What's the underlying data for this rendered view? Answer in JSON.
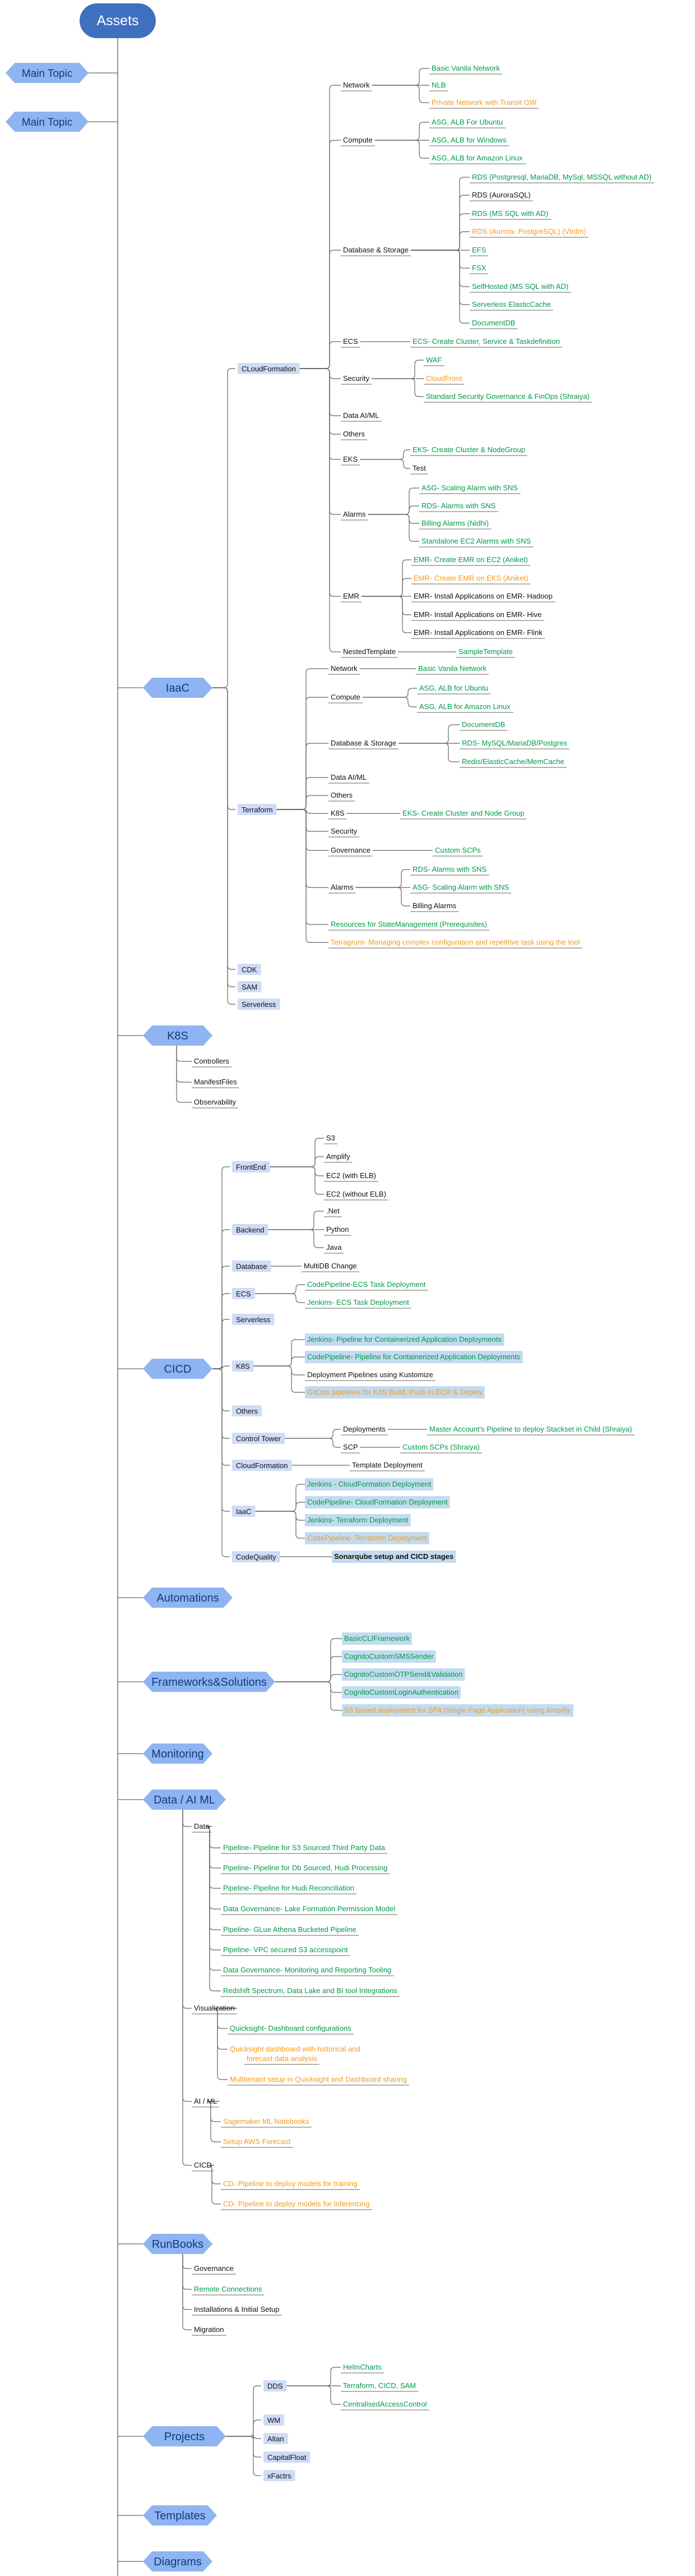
{
  "colors": {
    "green": "#009a49",
    "orange": "#f39a1b",
    "black": "#111111",
    "root_fill": "#3f6fbf",
    "l1_fill": "#8fb4f2",
    "l2_fill": "#cfdcf6",
    "hl_fill": "#c2dbf0",
    "line": "#666666"
  },
  "root": "Assets",
  "main_topic_1": "Main Topic",
  "main_topic_2": "Main Topic",
  "iac": {
    "label": "IaaC",
    "cloudformation": {
      "label": "CLoudFormation",
      "network": {
        "label": "Network",
        "items": [
          "Basic Vanila Network",
          "NLB",
          "Private Network with Transit GW"
        ]
      },
      "compute": {
        "label": "Compute",
        "items": [
          "ASG, ALB For Ubuntu",
          "ASG, ALB for Windows",
          "ASG, ALB for Amazon Linux"
        ]
      },
      "database": {
        "label": "Database & Storage",
        "items": [
          "RDS (Postgresql, MariaDB, MySql, MSSQL without AD)",
          "RDS (AuroraSQL)",
          "RDS (MS SQL with AD)",
          "RDS (Aurora- PostgreSQL) (Vlrdm)",
          "EFS",
          "FSX",
          "SelfHosted (MS SQL with AD)",
          "Serverless ElasticCache",
          "DocumentDB"
        ]
      },
      "ecs": {
        "label": "ECS",
        "items": [
          "ECS- Create Cluster, Service & Taskdefinition"
        ]
      },
      "security": {
        "label": "Security",
        "items": [
          "WAF",
          "CloudFront",
          "Standard Security Governance & FinOps (Shraiya)"
        ]
      },
      "data_ai_ml": "Data AI/ML",
      "others": "Others",
      "eks": {
        "label": "EKS",
        "items": [
          "EKS- Create Cluster & NodeGroup",
          "Test"
        ]
      },
      "alarms": {
        "label": "Alarms",
        "items": [
          "ASG- Scaling Alarm with SNS",
          "RDS- Alarms with SNS",
          "Billing Alarms (Nidhi)",
          "Standalone EC2 Alarms with SNS"
        ]
      },
      "emr": {
        "label": "EMR",
        "items": [
          "EMR- Create EMR on EC2 (Aniket)",
          "EMR- Create EMR on EKS (Aniket)",
          "EMR- Install Applications on EMR- Hadoop",
          "EMR- Install Applications on EMR- Hive",
          "EMR- Install Applications on EMR- Flink"
        ]
      },
      "nested": {
        "label": "NestedTemplate",
        "items": [
          "SampleTemplate"
        ]
      }
    },
    "terraform": {
      "label": "Terraform",
      "network": {
        "label": "Network",
        "items": [
          "Basic Vanila Network"
        ]
      },
      "compute": {
        "label": "Compute",
        "items": [
          "ASG, ALB for Ubuntu",
          "ASG, ALB for Amazon Linux"
        ]
      },
      "database": {
        "label": "Database & Storage",
        "items": [
          "DocumentDB",
          "RDS- MySQL/MariaDB/Postgres",
          "Redis/ElasticCache/MemCache"
        ]
      },
      "data_ai_ml": "Data AI/ML",
      "others": "Others",
      "k8s": {
        "label": "K8S",
        "items": [
          "EKS- Create Cluster and Node Group"
        ]
      },
      "security": "Security",
      "governance": {
        "label": "Governance",
        "items": [
          "Custom SCPs"
        ]
      },
      "alarms": {
        "label": "Alarms",
        "items": [
          "RDS- Alarms with SNS",
          "ASG- Scaling Alarm with SNS",
          "Billing Alarms"
        ]
      },
      "resources": "Resources for StateManagement (Prerequisites)",
      "terragrunt": "Terragrunt- Managing complex configuration and repetitive task using the tool"
    },
    "cdk": "CDK",
    "sam": "SAM",
    "serverless": "Serverless"
  },
  "k8s": {
    "label": "K8S",
    "items": [
      "Controllers",
      "ManifestFiles",
      "Observability"
    ]
  },
  "cicd": {
    "label": "CICD",
    "frontend": {
      "label": "FrontEnd",
      "items": [
        "S3",
        "Amplify",
        "EC2 (with ELB)",
        "EC2 (without ELB)"
      ]
    },
    "backend": {
      "label": "Backend",
      "items": [
        ".Net",
        "Python",
        "Java"
      ]
    },
    "database": {
      "label": "Database",
      "items": [
        "MultiDB Change"
      ]
    },
    "ecs": {
      "label": "ECS",
      "items": [
        "CodePipeline-ECS Task Deployment",
        "Jenkins- ECS Task Deployment"
      ]
    },
    "serverless": "Serverless",
    "k8s": {
      "label": "K8S",
      "items": [
        "Jenkins- Pipeline for Containerized Application Deployments",
        "CodePipeline- Pipeline for Containerized Application Deployments",
        "Deployment Pipelines using Kustomize",
        "GitOps pipelines for K8S Build, Push in ECR & Deploy"
      ]
    },
    "others": "Others",
    "control_tower": {
      "label": "Control Tower",
      "deployments": "Deployments",
      "deployments_item": "Master Account's Pipeline to deploy Stackset in Child (Shraiya)",
      "scp": "SCP",
      "scp_item": "Custom SCPs (Shraiya)"
    },
    "cloudformation": {
      "label": "CloudFormation",
      "items": [
        "Template Deployment"
      ]
    },
    "iac": {
      "label": "IaaC",
      "items": [
        "Jenkins - CloudFormation Deployment",
        "CodePipeline- CloudFormation Deployment",
        "Jenkins- Terraform Deployment",
        "CodePipeline- Terraform Deployment"
      ]
    },
    "codequality": {
      "label": "CodeQuality",
      "items": [
        "Sonarqube setup and CICD stages"
      ]
    }
  },
  "automations": "Automations",
  "frameworks": {
    "label": "Frameworks&Solutions",
    "items": [
      "BasicCLIFramework",
      "CognitoCustomSMSSender",
      "CognitoCustomOTPSend&Validation",
      "CognitoCustomLoginAuthentication",
      "S3 Based deployment for SPA (Single Page Application) using Amplify"
    ]
  },
  "monitoring": "Monitoring",
  "data_ai_ml": {
    "label": "Data / AI ML",
    "data": {
      "label": "Data",
      "items": [
        "Pipeline- Pipeline for S3 Sourced Third Party Data",
        "Pipeline- Pipeline for Db Sourced, Hudi Processing",
        "Pipeline- Pipeline for Hudi Reconciliation",
        "Data Governance- Lake Formation Permission Model",
        "Pipeline- GLue Athena Bucketed Pipeline",
        "Pipeline- VPC secured S3 accesspoint",
        "Data Governance- Monitoring and Reporting Tooling",
        "Redshift Spectrum, Data Lake and BI tool Integrations"
      ]
    },
    "visualization": {
      "label": "Visualization",
      "items": [
        "Quicksight- Dashboard configurations",
        "Quicksight dashboard with historical and",
        "forecast data analysis",
        "Multitenant setup in Quicksight and Dashboard sharing"
      ]
    },
    "ai_ml": {
      "label": "AI / ML",
      "items": [
        "Sagemaker ML Notebooks",
        "Setup AWS Forecast"
      ]
    },
    "cicd": {
      "label": "CICD",
      "items": [
        "CD- Pipeline to deploy models for training",
        "CD- Pipeline to deploy models for Inferencing"
      ]
    }
  },
  "runbooks": {
    "label": "RunBooks",
    "items": [
      "Governance",
      "Remote Connections",
      "Installations & Initial Setup",
      "Migration"
    ]
  },
  "projects": {
    "label": "Projects",
    "dds": {
      "label": "DDS",
      "items": [
        "HelmCharts",
        "Terraform, CICD, SAM",
        "CentralisedAccessControl"
      ]
    },
    "items": [
      "WM",
      "Altan",
      "CapitalFloat",
      "xFactrs"
    ]
  },
  "templates": "Templates",
  "diagrams": "Diagrams"
}
